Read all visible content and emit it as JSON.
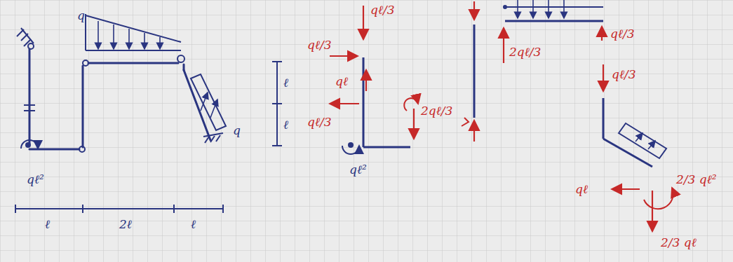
{
  "diagram": {
    "labels": [
      "q",
      "qℓ²",
      "q",
      "ℓ",
      "ℓ",
      "ℓ",
      "2ℓ",
      "ℓ",
      "qℓ/3",
      "qℓ/3",
      "qℓ",
      "qℓ/3",
      "qℓ²",
      "2qℓ/3",
      "2qℓ/3",
      "qℓ/3",
      "qℓ/3",
      "qℓ",
      "2/3 qℓ²",
      "2/3 qℓ"
    ]
  }
}
